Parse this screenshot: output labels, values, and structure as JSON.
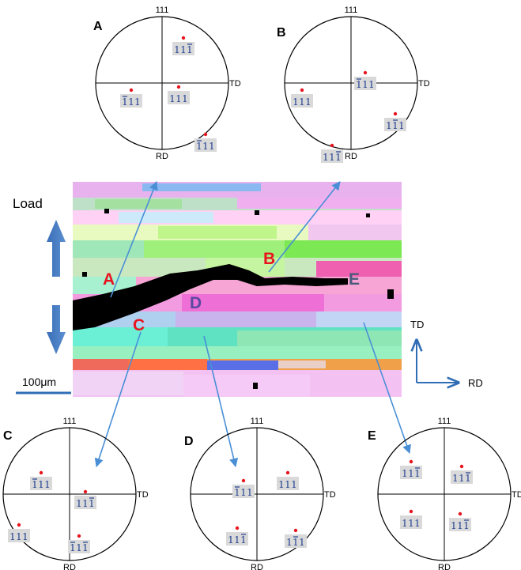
{
  "figure": {
    "load_label": "Load",
    "scale_bar_label": "100μm",
    "axes": {
      "td": "TD",
      "rd": "RD"
    },
    "map_points": [
      {
        "id": "A",
        "label": "A",
        "color": "#e8141e"
      },
      {
        "id": "B",
        "label": "B",
        "color": "#e8141e"
      },
      {
        "id": "C",
        "label": "C",
        "color": "#e8141e"
      },
      {
        "id": "D",
        "label": "D",
        "color": "#5a4aa0"
      },
      {
        "id": "E",
        "label": "E",
        "color": "#4b5a7a"
      }
    ],
    "pole_figures": [
      {
        "id": "A",
        "label": "A",
        "top": "111",
        "right": "TD",
        "bottom": "RD",
        "poles": [
          {
            "h": "1",
            "k": "1",
            "l": "1",
            "bars": [
              false,
              false,
              true
            ]
          },
          {
            "h": "1",
            "k": "1",
            "l": "1",
            "bars": [
              true,
              false,
              false
            ]
          },
          {
            "h": "1",
            "k": "1",
            "l": "1",
            "bars": [
              false,
              false,
              false
            ]
          },
          {
            "h": "1",
            "k": "1",
            "l": "1",
            "bars": [
              true,
              false,
              false
            ]
          }
        ]
      },
      {
        "id": "B",
        "label": "B",
        "top": "111",
        "right": "TD",
        "bottom": "RD",
        "poles": [
          {
            "h": "1",
            "k": "1",
            "l": "1",
            "bars": [
              true,
              false,
              false
            ]
          },
          {
            "h": "1",
            "k": "1",
            "l": "1",
            "bars": [
              false,
              false,
              false
            ]
          },
          {
            "h": "1",
            "k": "1",
            "l": "1",
            "bars": [
              false,
              true,
              false
            ]
          },
          {
            "h": "1",
            "k": "1",
            "l": "1",
            "bars": [
              false,
              false,
              true
            ]
          }
        ]
      },
      {
        "id": "C",
        "label": "C",
        "top": "111",
        "right": "TD",
        "bottom": "RD",
        "poles": [
          {
            "h": "1",
            "k": "1",
            "l": "1",
            "bars": [
              true,
              false,
              false
            ]
          },
          {
            "h": "1",
            "k": "1",
            "l": "1",
            "bars": [
              false,
              false,
              true
            ]
          },
          {
            "h": "1",
            "k": "1",
            "l": "1",
            "bars": [
              false,
              false,
              false
            ]
          },
          {
            "h": "1",
            "k": "1",
            "l": "1",
            "bars": [
              true,
              false,
              true
            ]
          }
        ]
      },
      {
        "id": "D",
        "label": "D",
        "top": "111",
        "right": "TD",
        "bottom": "RD",
        "poles": [
          {
            "h": "1",
            "k": "1",
            "l": "1",
            "bars": [
              true,
              false,
              false
            ]
          },
          {
            "h": "1",
            "k": "1",
            "l": "1",
            "bars": [
              false,
              false,
              false
            ]
          },
          {
            "h": "1",
            "k": "1",
            "l": "1",
            "bars": [
              false,
              false,
              true
            ]
          },
          {
            "h": "1",
            "k": "1",
            "l": "1",
            "bars": [
              false,
              true,
              false
            ]
          }
        ]
      },
      {
        "id": "E",
        "label": "E",
        "top": "111",
        "right": "TD",
        "bottom": "RD",
        "poles": [
          {
            "h": "1",
            "k": "1",
            "l": "1",
            "bars": [
              false,
              false,
              true
            ]
          },
          {
            "h": "1",
            "k": "1",
            "l": "1",
            "bars": [
              false,
              false,
              true
            ]
          },
          {
            "h": "1",
            "k": "1",
            "l": "1",
            "bars": [
              false,
              false,
              false
            ]
          },
          {
            "h": "1",
            "k": "1",
            "l": "1",
            "bars": [
              false,
              false,
              true
            ]
          }
        ]
      }
    ]
  }
}
